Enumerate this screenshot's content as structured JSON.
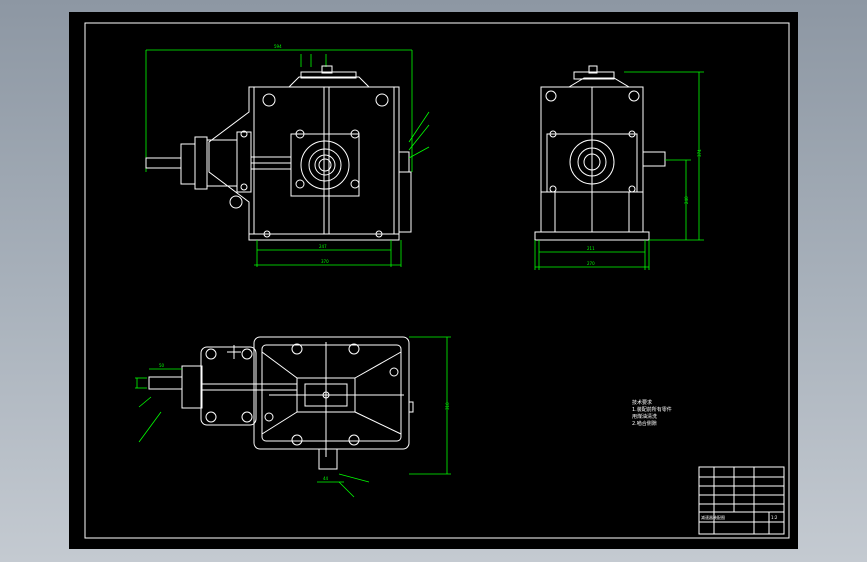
{
  "colors": {
    "background": "#000000",
    "outline": "#ffffff",
    "dimension": "#00ff00",
    "window_chrome": "#9aa3ad"
  },
  "views": {
    "front": {
      "name": "front-view"
    },
    "side": {
      "name": "side-view"
    },
    "top": {
      "name": "top-view"
    }
  },
  "dimensions": {
    "front_top_width": "594",
    "front_bottom_inner": "247",
    "front_bottom_outer": "370",
    "side_height_outer": "374",
    "side_height_inner": "240",
    "side_bottom_inner": "211",
    "side_bottom_outer": "270",
    "top_height": "310",
    "top_shaft_dim": "50",
    "top_bottom_dim": "44"
  },
  "notes": {
    "technical_requirements": [
      "技术要求",
      "1.装配前所有零件",
      "用煤油清洗",
      "2.啮合侧隙"
    ]
  },
  "title_block": {
    "title": "减速器装配图",
    "scale": "1:2"
  }
}
